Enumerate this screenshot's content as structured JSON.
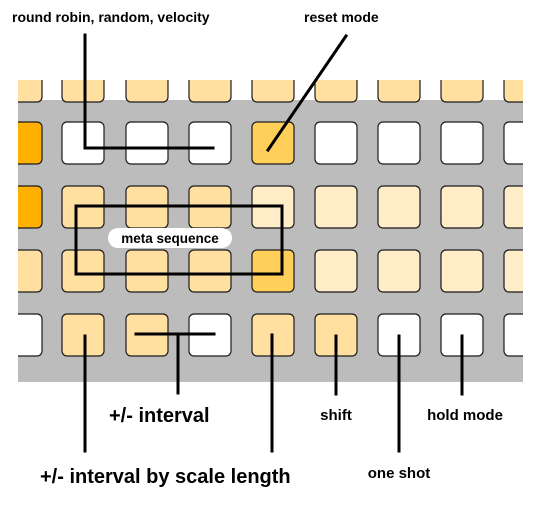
{
  "labels": {
    "round_robin": "round robin, random, velocity",
    "reset_mode": "reset mode",
    "meta_sequence": "meta sequence",
    "interval": "+/- interval",
    "interval_scale": "+/- interval by scale length",
    "shift": "shift",
    "one_shot": "one shot",
    "hold_mode": "hold mode"
  },
  "colors": {
    "panel": "#bcbcbc",
    "pad_bright": "#ffb000",
    "pad_strong": "#ffcf5a",
    "pad_medium": "#ffe0a0",
    "pad_light": "#ffedc8",
    "pad_white": "#ffffff",
    "border": "#1b1b1b"
  },
  "pad_grid": {
    "rows": [
      [
        "medium",
        "medium",
        "medium",
        "medium",
        "medium",
        "medium",
        "medium",
        "medium",
        "medium"
      ],
      [
        "bright",
        "white",
        "white",
        "white",
        "strong",
        "white",
        "white",
        "white",
        "white"
      ],
      [
        "bright",
        "medium",
        "medium",
        "medium",
        "light",
        "light",
        "light",
        "light",
        "light"
      ],
      [
        "medium",
        "medium",
        "medium",
        "medium",
        "strong",
        "light",
        "light",
        "light",
        "light"
      ],
      [
        "white",
        "medium",
        "medium",
        "white",
        "medium",
        "medium",
        "white",
        "white",
        "white"
      ]
    ]
  }
}
